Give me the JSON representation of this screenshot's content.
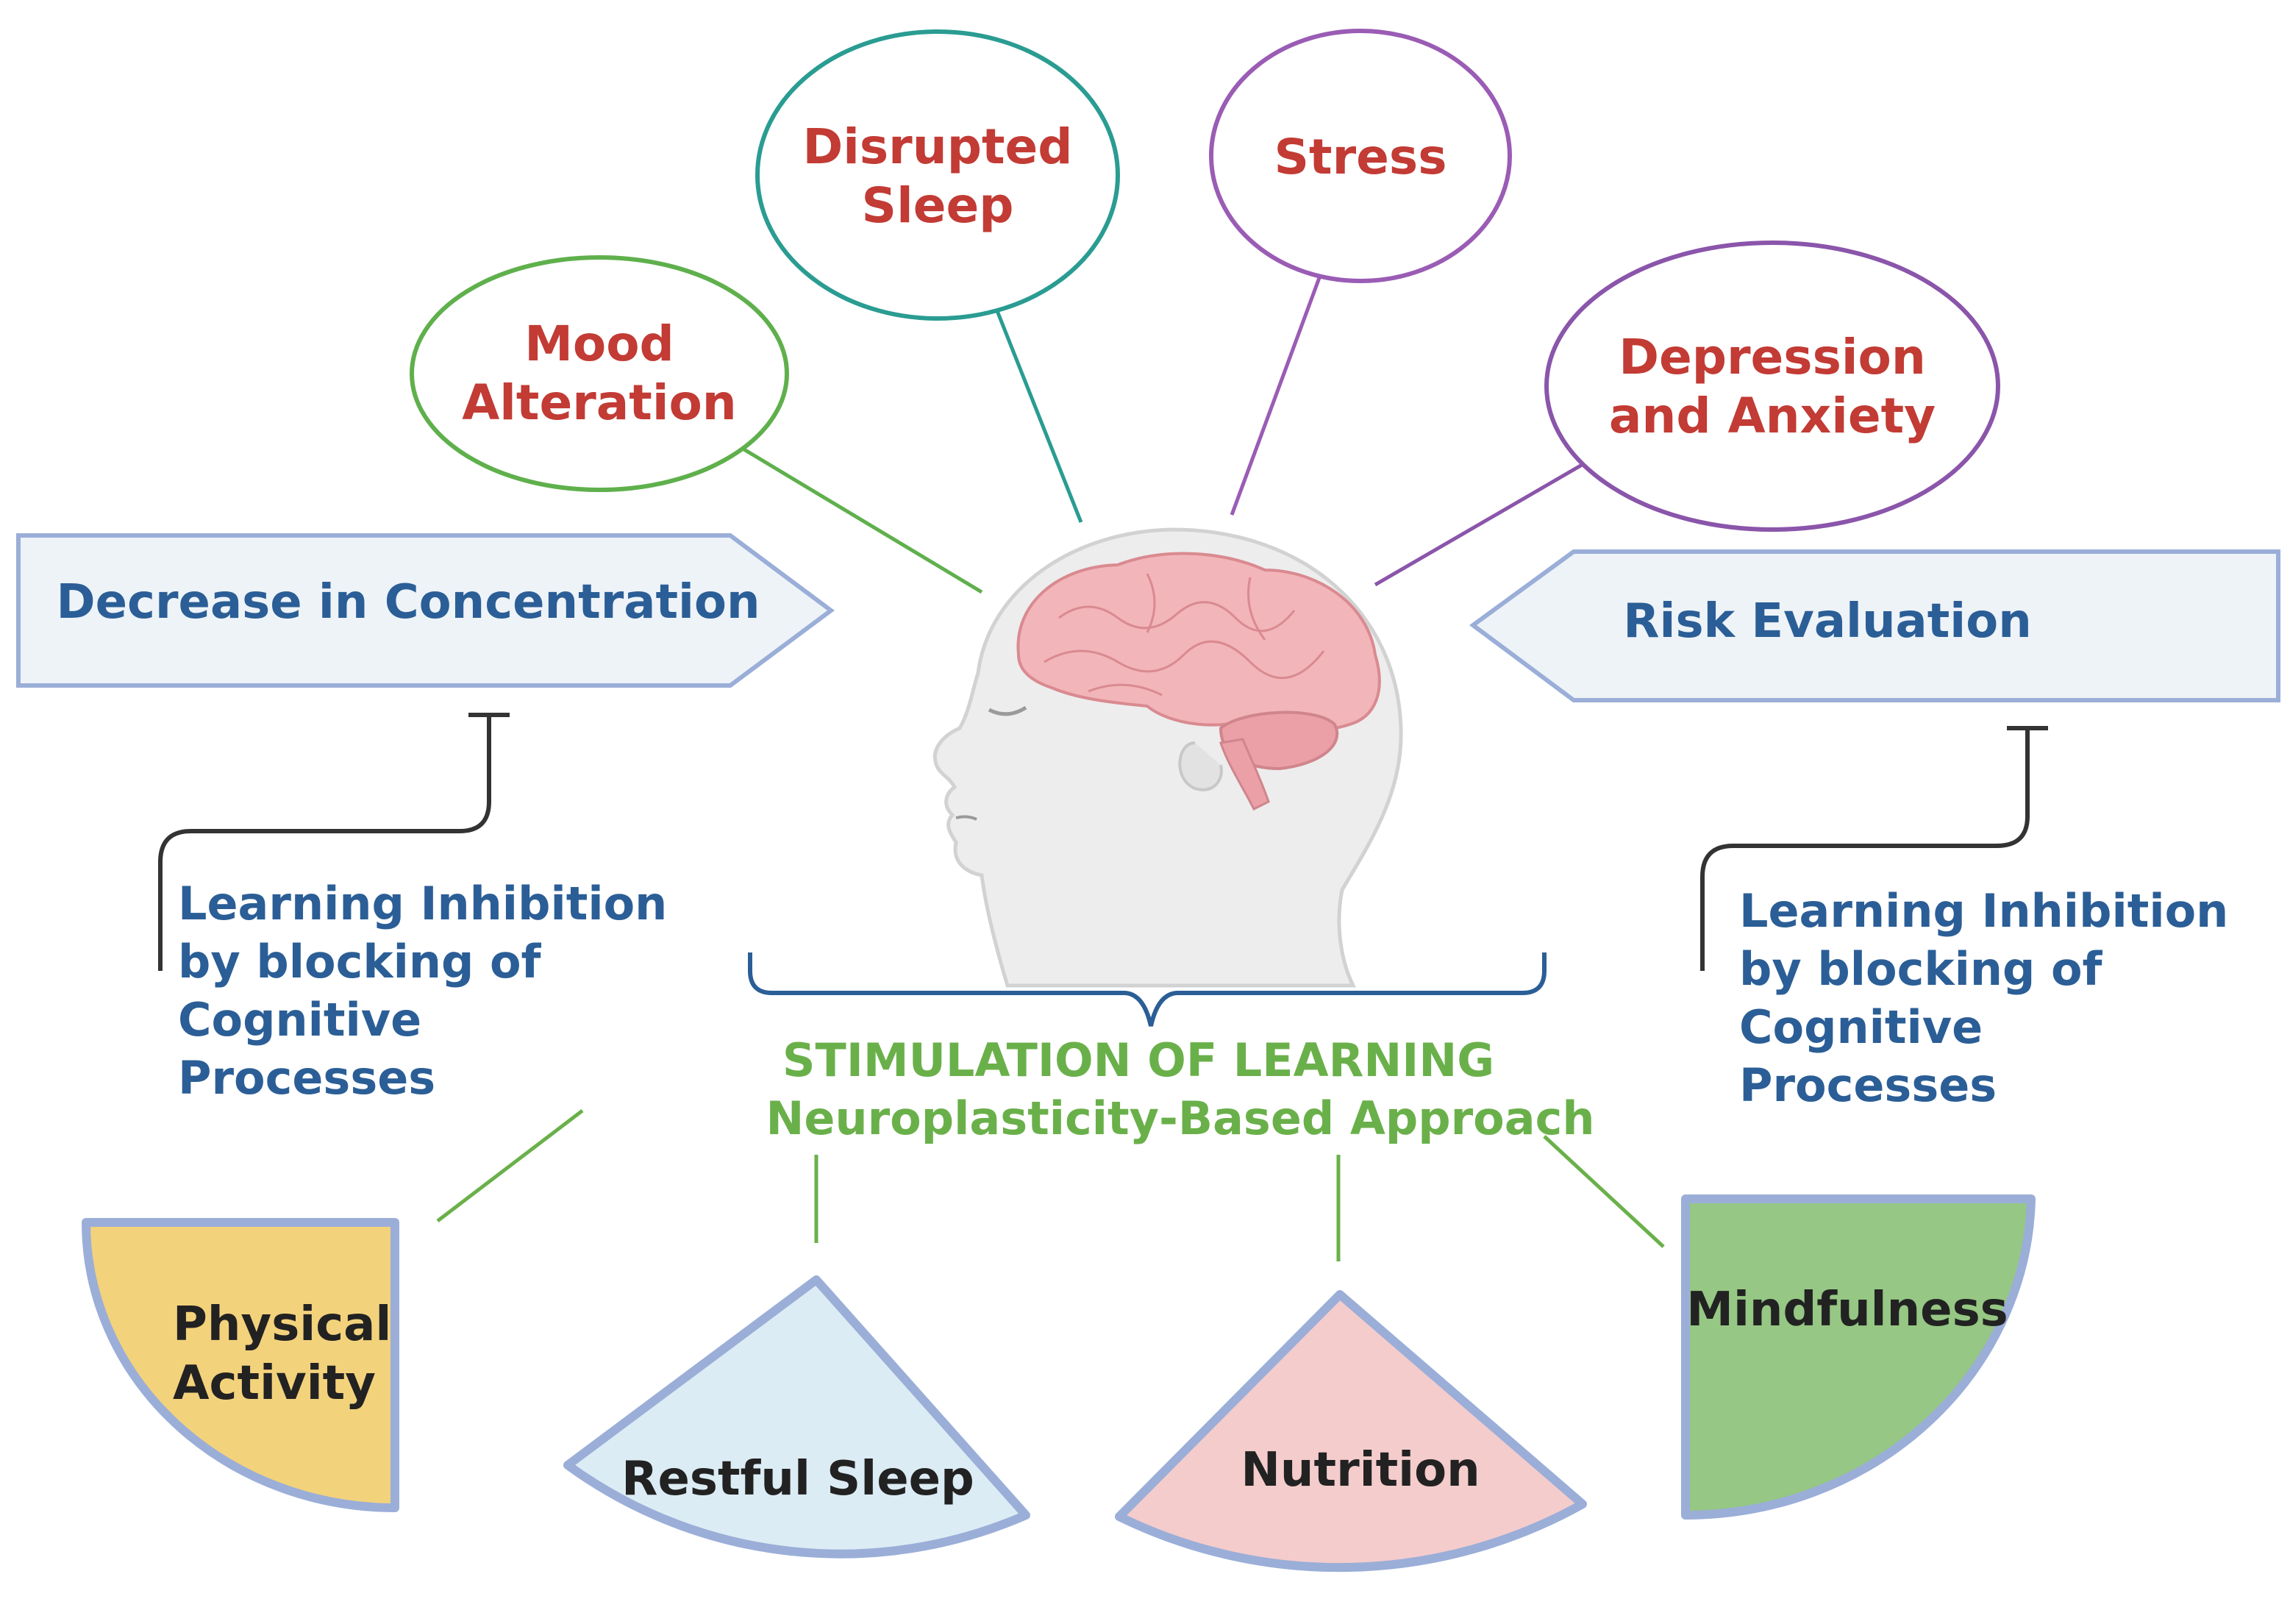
{
  "stressors": {
    "mood": {
      "line1": "Mood",
      "line2": "Alteration"
    },
    "sleep": {
      "line1": "Disrupted",
      "line2": "Sleep"
    },
    "stress": {
      "line1": "Stress"
    },
    "depression": {
      "line1": "Depression",
      "line2": "and Anxiety"
    }
  },
  "arrows": {
    "left": "Decrease in Concentration",
    "right": "Risk Evaluation"
  },
  "inhibition": {
    "left": [
      "Learning Inhibition",
      "by blocking of",
      "Cognitive",
      "Processes"
    ],
    "right": [
      "Learning Inhibition",
      "by blocking of",
      "Cognitive",
      "Processes"
    ]
  },
  "center": {
    "line1": "STIMULATION OF LEARNING",
    "line2": "Neuroplasticity-Based Approach"
  },
  "interventions": {
    "physical": {
      "line1": "Physical",
      "line2": "Activity",
      "color": "#f3d27c"
    },
    "sleep": {
      "line1": "Restful Sleep",
      "color": "#dcecf4"
    },
    "nutrition": {
      "line1": "Nutrition",
      "color": "#f4cccc"
    },
    "mindfulness": {
      "line1": "Mindfulness",
      "color": "#96c784"
    }
  },
  "colors": {
    "stressor_text": "#c23b34",
    "inhibition_text": "#2b5e96",
    "center_text": "#6ab04a",
    "mood_outline": "#5fb04c",
    "sleep_outline": "#2a9c92",
    "stress_outline": "#9a5cb4",
    "depression_outline": "#8a55aa",
    "shape_border": "#9aaed8"
  }
}
